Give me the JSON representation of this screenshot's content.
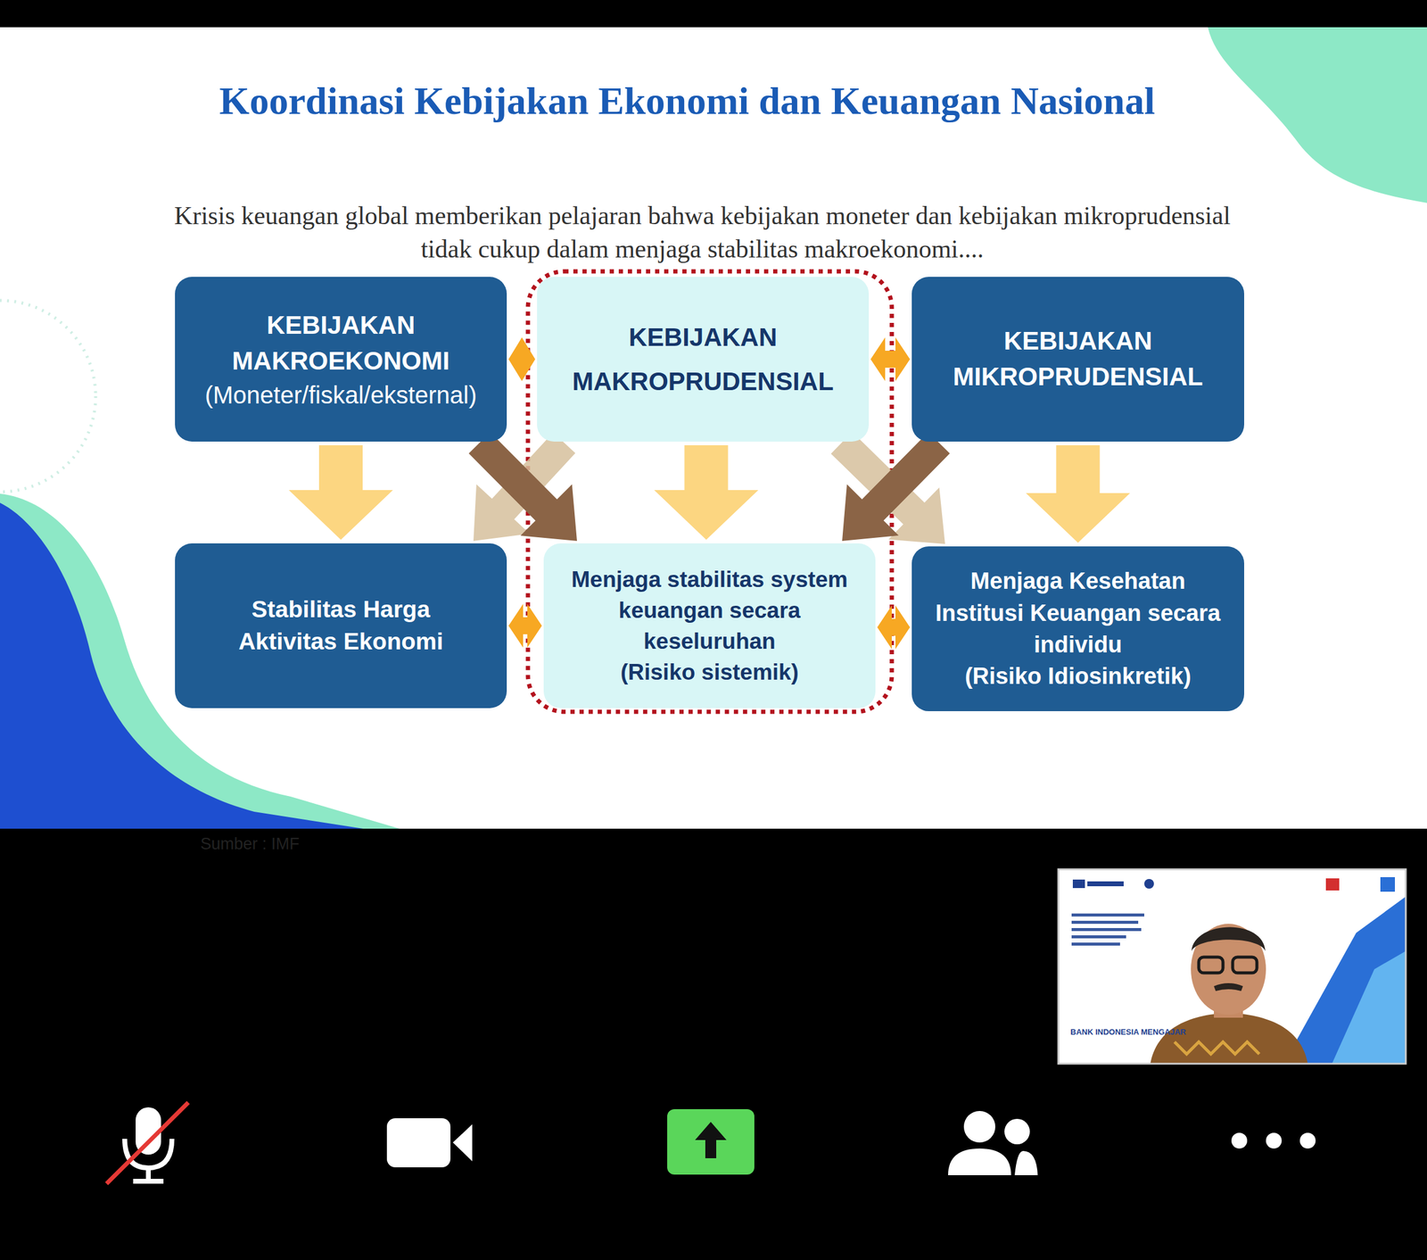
{
  "diagram": {
    "title": "Koordinasi Kebijakan Ekonomi dan Keuangan Nasional",
    "nodes": [
      {
        "text": [
          "KEBIJAKAN MAKROEKONOMI",
          "(Moneter/fiskal/eksternal)"
        ]
      },
      {
        "text": [
          "KEBIJAKAN MAKROPRUDENSIAL"
        ]
      },
      {
        "text": [
          "KEBIJAKAN MIKROPRUDENSIAL"
        ]
      },
      {
        "text": [
          "Stabilitas Harga Aktivitas Ekonomi"
        ]
      },
      {
        "text": [
          "Menjaga stabilitas system keuangan secara keseluruhan",
          "(Risiko sistemik)"
        ]
      },
      {
        "text": [
          "Menjaga Kesehatan Institusi Keuangan secara individu",
          "(Risiko Idiosinkretik)"
        ]
      }
    ],
    "edges": [
      {
        "from": 0,
        "to": 1,
        "arrow": "both"
      },
      {
        "from": 1,
        "to": 2,
        "arrow": "both"
      },
      {
        "from": 3,
        "to": 4,
        "arrow": "both"
      },
      {
        "from": 4,
        "to": 5,
        "arrow": "both"
      },
      {
        "from": 0,
        "to": 3,
        "arrow": "to"
      },
      {
        "from": 1,
        "to": 4,
        "arrow": "to"
      },
      {
        "from": 2,
        "to": 5,
        "arrow": "to"
      },
      {
        "from": 0,
        "to": 4,
        "arrow": "to"
      },
      {
        "from": 1,
        "to": 3,
        "arrow": "to"
      },
      {
        "from": 2,
        "to": 4,
        "arrow": "to"
      },
      {
        "from": 1,
        "to": 5,
        "arrow": "to"
      }
    ],
    "labels": [
      "Krisis keuangan global memberikan pelajaran bahwa kebijakan moneter dan kebijakan mikroprudensial tidak cukup dalam menjaga stabilitas makroekonomi....",
      "Sumber : IMF",
      "BANK INDONESIA MENGAJAR",
      "Unmute",
      "Stop Video",
      "Share",
      "Participants",
      "More"
    ]
  }
}
